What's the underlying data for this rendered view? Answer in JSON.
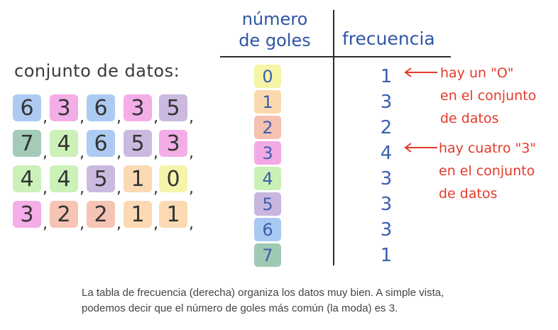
{
  "dataset": {
    "title": "conjunto de datos:",
    "rows": [
      [
        {
          "v": "6",
          "c": "#a9c9f2"
        },
        {
          "v": "3",
          "c": "#f3a9e6"
        },
        {
          "v": "6",
          "c": "#a9c9f2"
        },
        {
          "v": "3",
          "c": "#f3a9e6"
        },
        {
          "v": "5",
          "c": "#c9b6de"
        }
      ],
      [
        {
          "v": "7",
          "c": "#9fc9b4"
        },
        {
          "v": "4",
          "c": "#c9f1b6"
        },
        {
          "v": "6",
          "c": "#a9c9f2"
        },
        {
          "v": "5",
          "c": "#c9b6de"
        },
        {
          "v": "3",
          "c": "#f3a9e6"
        }
      ],
      [
        {
          "v": "4",
          "c": "#c9f1b6"
        },
        {
          "v": "4",
          "c": "#c9f1b6"
        },
        {
          "v": "5",
          "c": "#c9b6de"
        },
        {
          "v": "1",
          "c": "#fbd8ae"
        },
        {
          "v": "0",
          "c": "#f6f4a6"
        }
      ],
      [
        {
          "v": "3",
          "c": "#f3a9e6"
        },
        {
          "v": "2",
          "c": "#f6c1b0"
        },
        {
          "v": "2",
          "c": "#f6c1b0"
        },
        {
          "v": "1",
          "c": "#fbd8ae"
        },
        {
          "v": "1",
          "c": "#fbd8ae"
        }
      ]
    ]
  },
  "table": {
    "header_goals": [
      "número",
      "de goles"
    ],
    "header_freq": "frecuencia",
    "rows": [
      {
        "goals": "0",
        "freq": "1",
        "color": "#f6f4a6"
      },
      {
        "goals": "1",
        "freq": "3",
        "color": "#fbd8ae"
      },
      {
        "goals": "2",
        "freq": "2",
        "color": "#f6c1b0"
      },
      {
        "goals": "3",
        "freq": "4",
        "color": "#f3a9e6"
      },
      {
        "goals": "4",
        "freq": "3",
        "color": "#c9f1b6"
      },
      {
        "goals": "5",
        "freq": "3",
        "color": "#c9b6de"
      },
      {
        "goals": "6",
        "freq": "3",
        "color": "#a9c9f2"
      },
      {
        "goals": "7",
        "freq": "1",
        "color": "#9fc9b4"
      }
    ]
  },
  "annotations": {
    "note1": [
      "hay un \"O\"",
      "en el conjunto",
      "de datos"
    ],
    "note2": [
      "hay cuatro \"3\"",
      "en el conjunto",
      "de datos"
    ]
  },
  "caption": "La tabla de frecuencia (derecha) organiza los datos muy bien. A simple vista, podemos decir que el número de goles más común (la moda) es 3.",
  "colors": {
    "ink_blue": "#2f56a6",
    "annotation_red": "#e43a2a"
  }
}
